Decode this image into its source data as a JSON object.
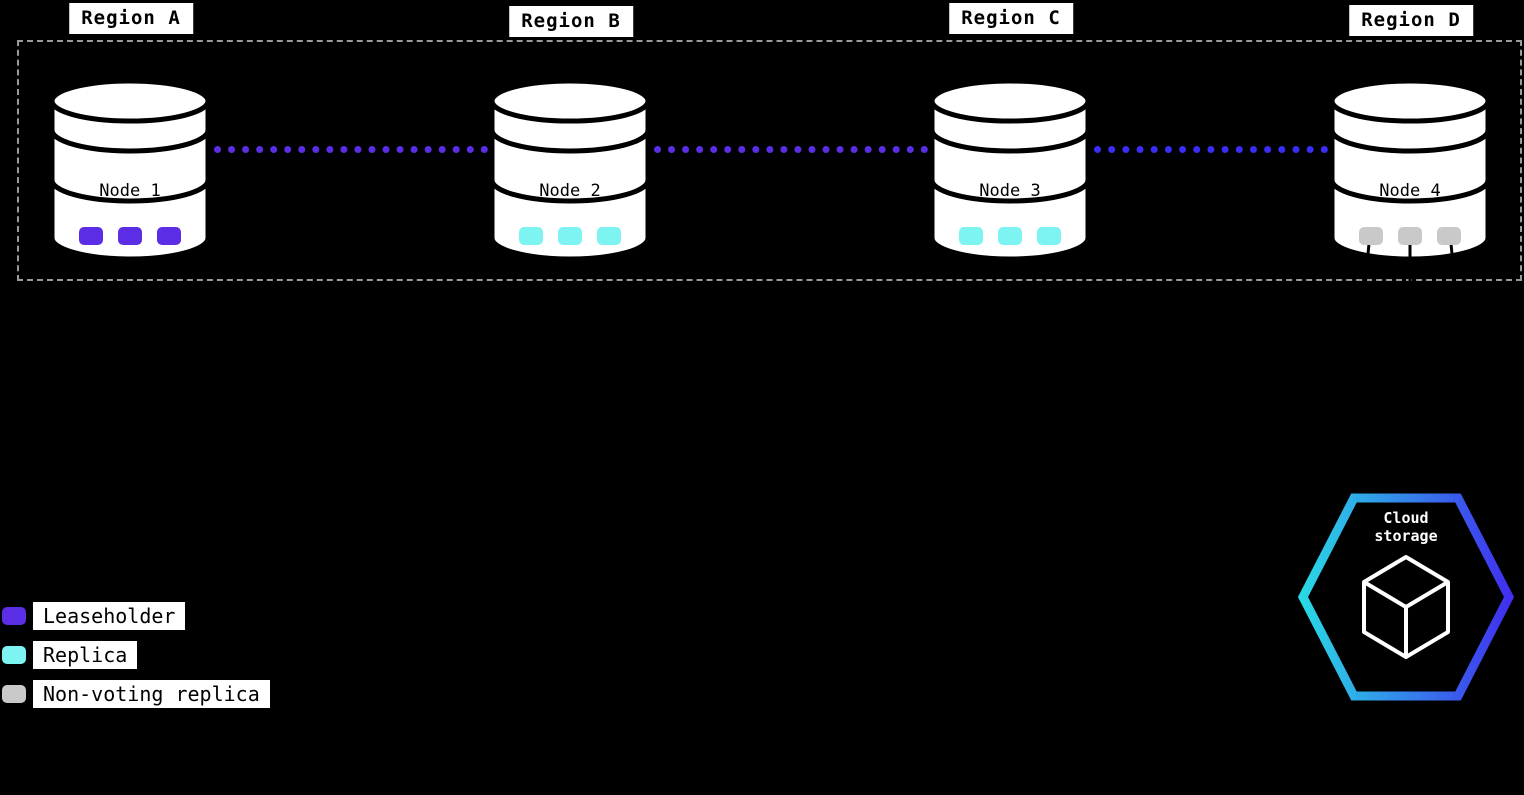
{
  "diagram": {
    "description": "Multi-region database replication diagram with four nodes and cloud storage"
  },
  "regions": [
    {
      "label": "Region A"
    },
    {
      "label": "Region B"
    },
    {
      "label": "Region C"
    },
    {
      "label": "Region D"
    }
  ],
  "nodes": [
    {
      "label": "Node 1",
      "chip_type": "leaseholder",
      "chip_count": 3
    },
    {
      "label": "Node 2",
      "chip_type": "replica",
      "chip_count": 3
    },
    {
      "label": "Node 3",
      "chip_type": "replica",
      "chip_count": 3
    },
    {
      "label": "Node 4",
      "chip_type": "non_voting",
      "chip_count": 3
    }
  ],
  "connectors": [
    {
      "from": "Node 1",
      "to": "Node 2",
      "style": "dotted",
      "color": "#5b2ee5"
    },
    {
      "from": "Node 2",
      "to": "Node 3",
      "style": "dotted",
      "color": "#5b2ee5"
    },
    {
      "from": "Node 3",
      "to": "Node 4",
      "style": "dotted",
      "color": "#3a2df5"
    }
  ],
  "legend": [
    {
      "label": "Leaseholder",
      "color": "#5b2ee5"
    },
    {
      "label": "Replica",
      "color": "#7df4f2"
    },
    {
      "label": "Non-voting replica",
      "color": "#c9c9c9"
    }
  ],
  "cloud_storage": {
    "label_line1": "Cloud",
    "label_line2": "storage",
    "gradient_start": "#29d8e5",
    "gradient_end": "#4030f0"
  },
  "colors": {
    "background": "#000000",
    "cylinder_fill": "#ffffff",
    "cylinder_stroke": "#000000",
    "dashed_border": "#9a9a9a"
  }
}
